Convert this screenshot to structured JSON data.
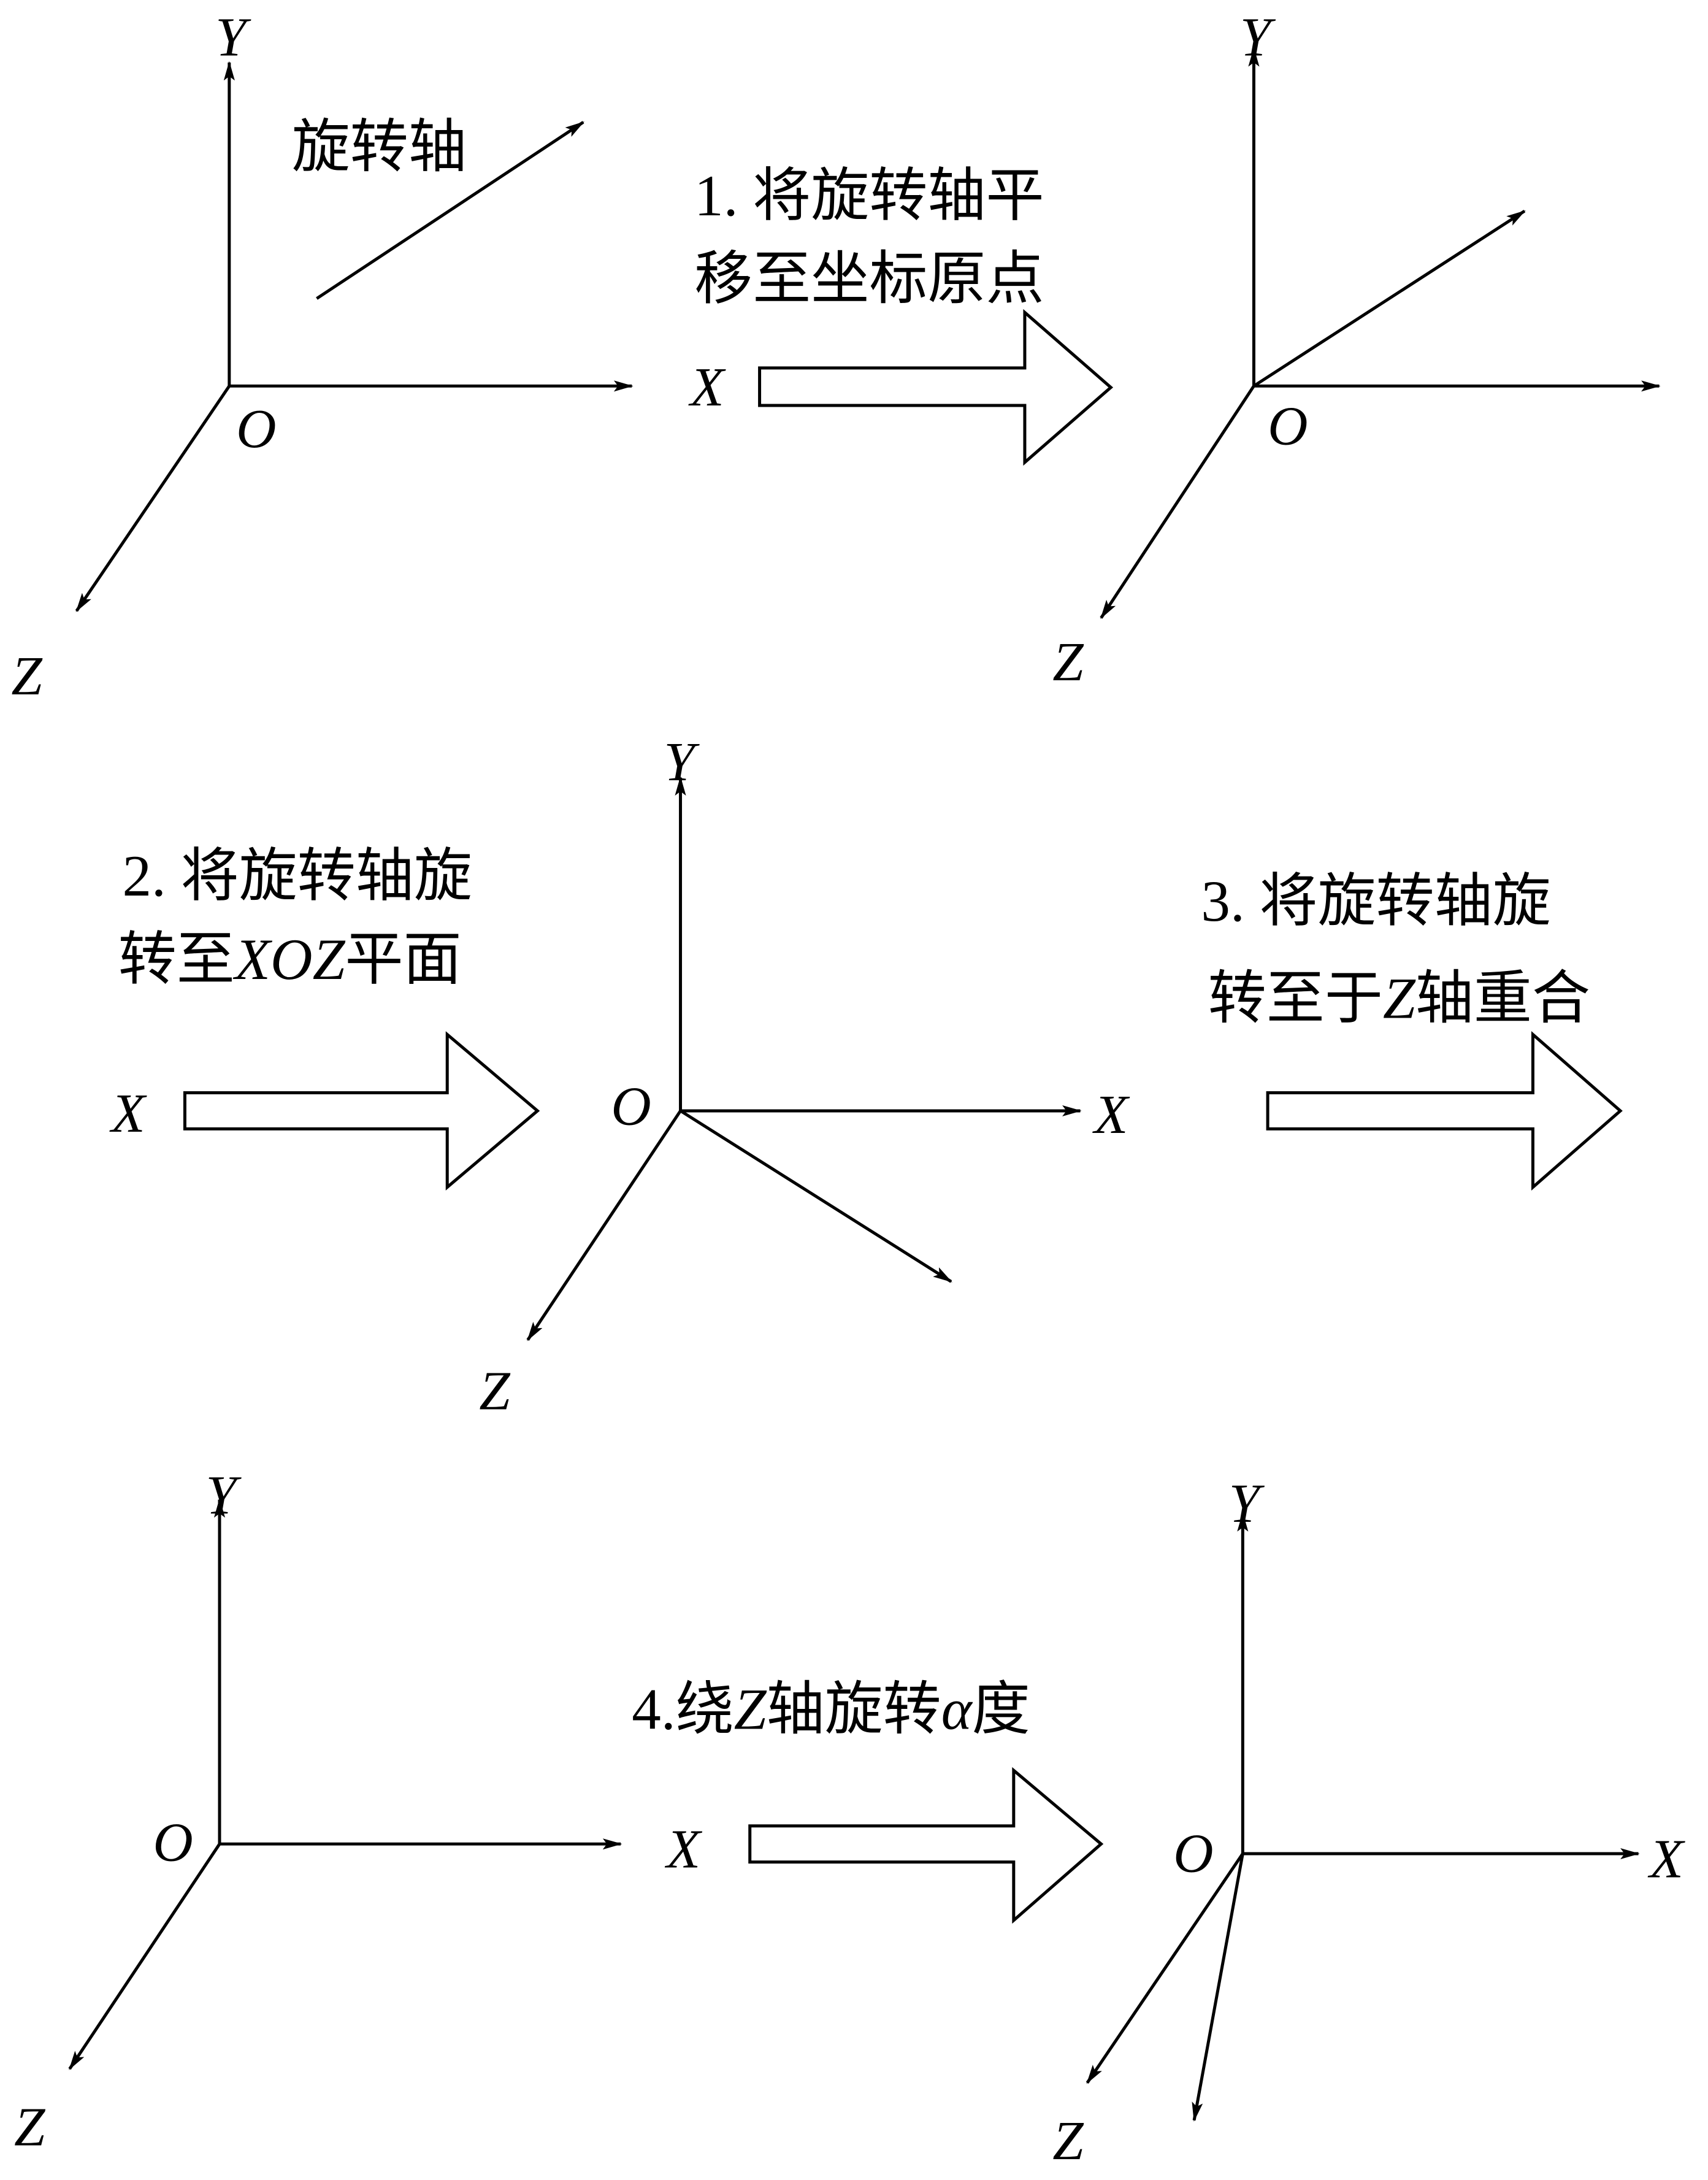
{
  "labels": {
    "x": "X",
    "y": "Y",
    "z": "Z",
    "o": "O"
  },
  "panel1": {
    "axis_label": "旋转轴"
  },
  "step1": {
    "line1": "1. 将旋转轴平",
    "line2": "移至坐标原点"
  },
  "step2": {
    "line1": "2. 将旋转轴旋",
    "line2_a": "转至",
    "line2_b": "XOZ",
    "line2_c": "平面"
  },
  "step3": {
    "line1": "3. 将旋转轴旋",
    "line2_a": "转至于",
    "line2_b": "Z",
    "line2_c": "轴重合"
  },
  "step4": {
    "a": "4.绕",
    "b": "Z",
    "c": "轴旋转",
    "d": "α",
    "e": "度"
  }
}
